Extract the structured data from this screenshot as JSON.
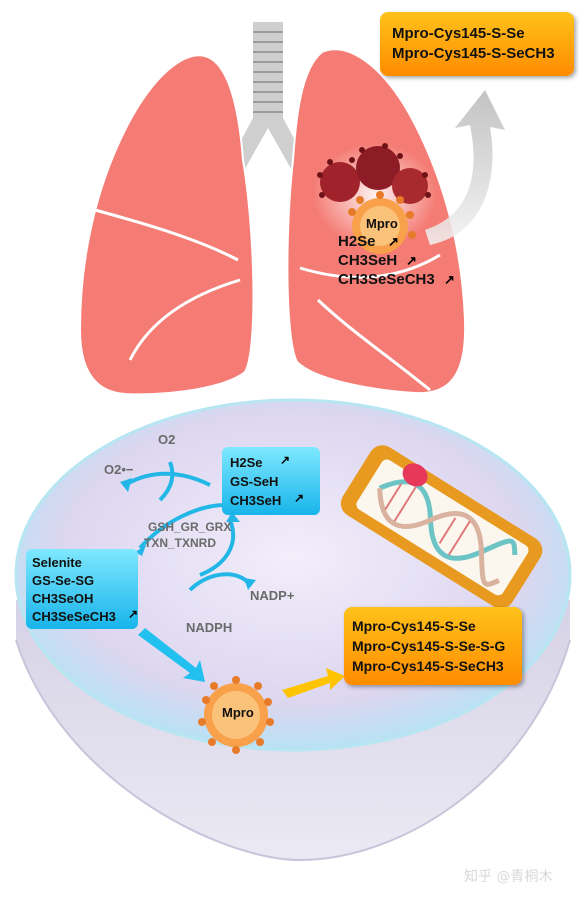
{
  "top_box": {
    "lines": [
      "Mpro-Cys145-S-Se",
      "Mpro-Cys145-S-SeCH3"
    ]
  },
  "lung_virus": {
    "label": "Mpro",
    "species": [
      "H2Se",
      "CH3SeH",
      "CH3SeSeCH3"
    ]
  },
  "cycle": {
    "o2_superoxide": "O2•−",
    "o2": "O2",
    "enzymes_line1": "GSH_GR_GRX",
    "enzymes_line2": "TXN_TXNRD",
    "nadph": "NADPH",
    "nadp": "NADP+"
  },
  "right_cyan_box": {
    "lines": [
      "H2Se",
      "GS-SeH",
      "CH3SeH"
    ]
  },
  "left_cyan_box": {
    "lines": [
      "Selenite",
      "GS-Se-SG",
      "CH3SeOH",
      "CH3SeSeCH3"
    ]
  },
  "bottom_box": {
    "lines": [
      "Mpro-Cys145-S-Se",
      "Mpro-Cys145-S-Se-S-G",
      "Mpro-Cys145-S-SeCH3"
    ]
  },
  "dish_virus_label": "Mpro",
  "watermark": "知乎 @青桐木",
  "colors": {
    "lung": "#f47c74",
    "orange_box": "#ffa200",
    "cyan_box": "#29c3f0",
    "virus_orange": "#f8a04a",
    "virus_red": "#a0222a"
  }
}
